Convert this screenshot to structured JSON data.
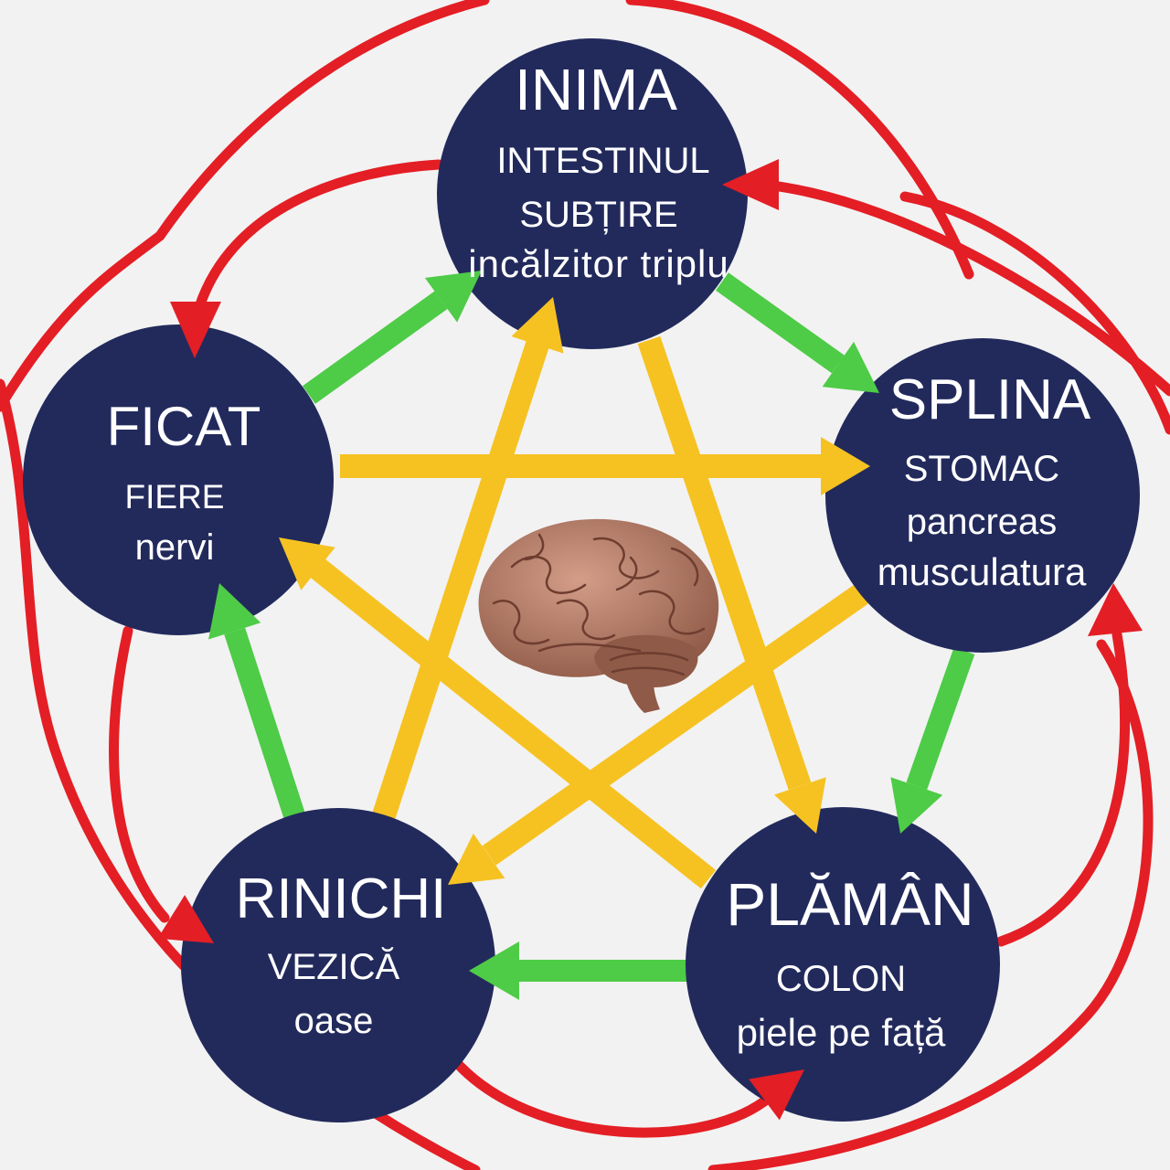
{
  "nodes": {
    "inima": {
      "title": "INIMA",
      "lines": [
        "INTESTINUL",
        "SUBȚIRE",
        "incălzitor triplu"
      ]
    },
    "splina": {
      "title": "SPLINA",
      "lines": [
        "STOMAC",
        "pancreas",
        "musculatura"
      ]
    },
    "plaman": {
      "title": "PLĂMÂN",
      "lines": [
        "COLON",
        "piele pe față"
      ]
    },
    "rinichi": {
      "title": "RINICHI",
      "lines": [
        "VEZICĂ",
        "oase"
      ]
    },
    "ficat": {
      "title": "FICAT",
      "lines": [
        "FIERE",
        "nervi"
      ]
    }
  },
  "center_icon": "brain-icon",
  "colors": {
    "background": "#f2f2f2",
    "circle": "#222a5c",
    "label": "#ffffff",
    "generating_arrow": "#4ecb47",
    "control_arrow": "#f6c222",
    "red_arrow": "#e41e25",
    "brain_light": "#d39d88",
    "brain_dark": "#8f5a47",
    "brain_line": "#6e3d2f"
  }
}
